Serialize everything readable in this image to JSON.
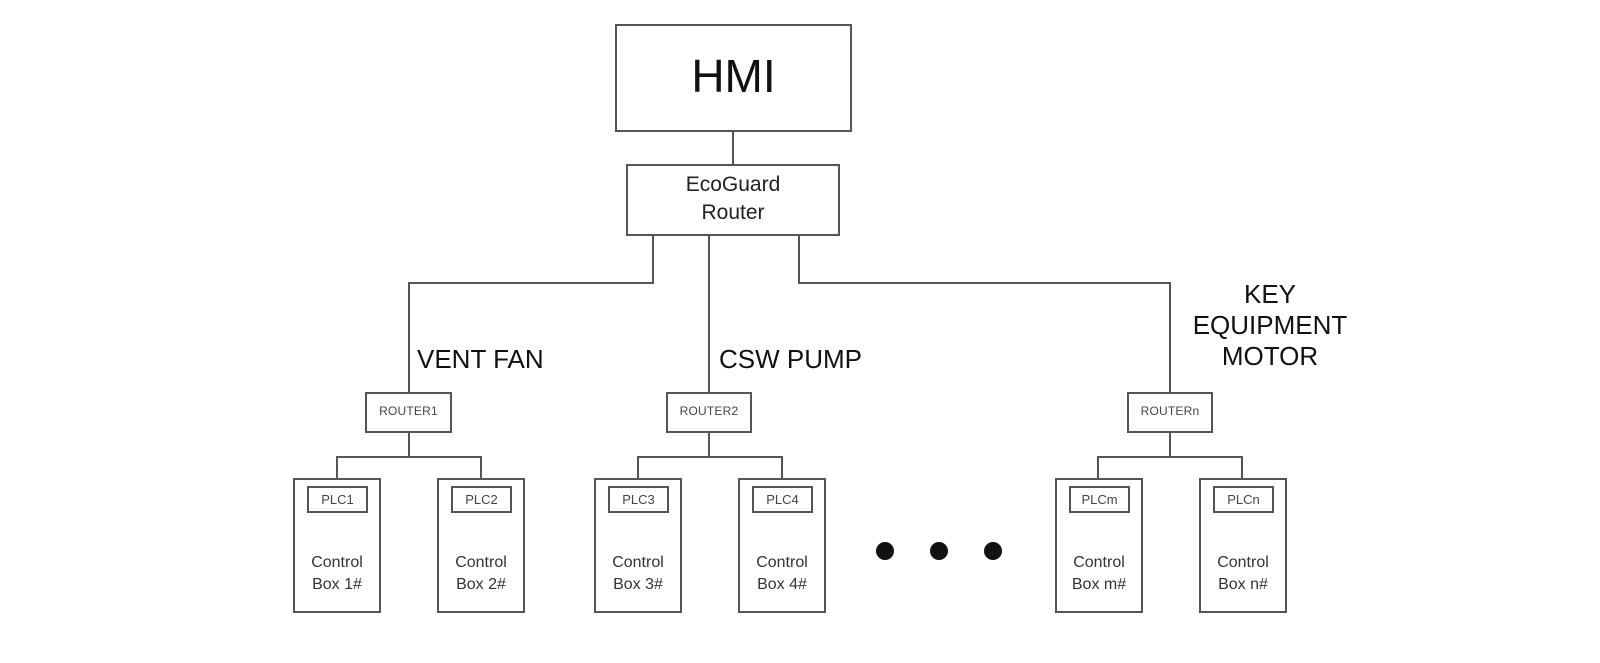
{
  "diagram": {
    "hmi": {
      "label": "HMI"
    },
    "main_router": {
      "line1": "EcoGuard",
      "line2": "Router"
    },
    "branches": [
      {
        "label_lines": [
          "VENT FAN"
        ],
        "router": "ROUTER1",
        "plcs": [
          {
            "plc": "PLC1",
            "box_line1": "Control",
            "box_line2": "Box 1#"
          },
          {
            "plc": "PLC2",
            "box_line1": "Control",
            "box_line2": "Box 2#"
          }
        ]
      },
      {
        "label_lines": [
          "CSW PUMP"
        ],
        "router": "ROUTER2",
        "plcs": [
          {
            "plc": "PLC3",
            "box_line1": "Control",
            "box_line2": "Box 3#"
          },
          {
            "plc": "PLC4",
            "box_line1": "Control",
            "box_line2": "Box 4#"
          }
        ]
      },
      {
        "label_lines": [
          "KEY",
          "EQUIPMENT",
          "MOTOR"
        ],
        "router": "ROUTERn",
        "plcs": [
          {
            "plc": "PLCm",
            "box_line1": "Control",
            "box_line2": "Box m#"
          },
          {
            "plc": "PLCn",
            "box_line1": "Control",
            "box_line2": "Box n#"
          }
        ]
      }
    ],
    "ellipsis": "ellipsis-dots"
  }
}
